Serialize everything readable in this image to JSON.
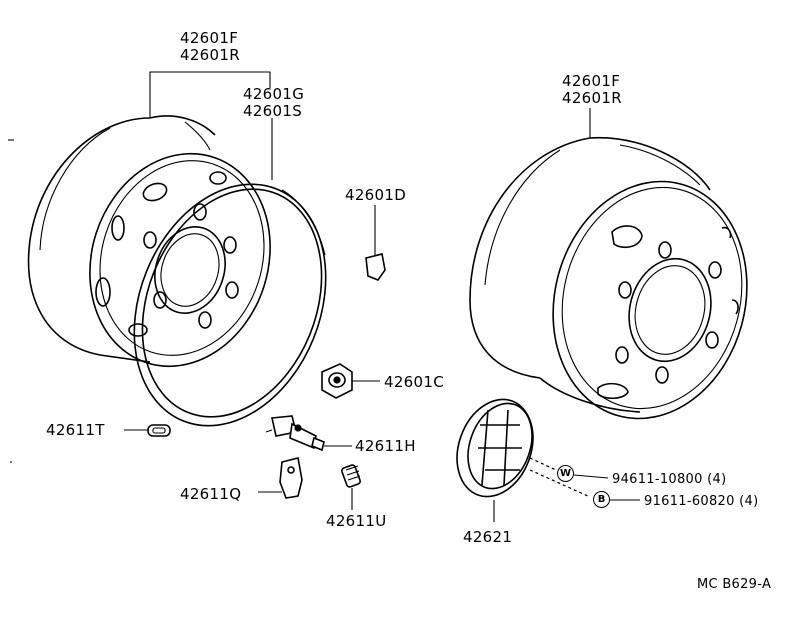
{
  "labels": {
    "wheel_left_f": "42601F",
    "wheel_left_r": "42601R",
    "ring_g": "42601G",
    "ring_s": "42601S",
    "part_d": "42601D",
    "part_c": "42601C",
    "part_t": "42611T",
    "part_h": "42611H",
    "part_q": "42611Q",
    "part_u": "42611U",
    "wheel_right_f": "42601F",
    "wheel_right_r": "42601R",
    "cap": "42621",
    "bolt_w": "94611-10800 (4)",
    "bolt_b": "91611-60820 (4)",
    "badge_w": "W",
    "badge_b": "B",
    "figure_code": "MC B629-A"
  }
}
